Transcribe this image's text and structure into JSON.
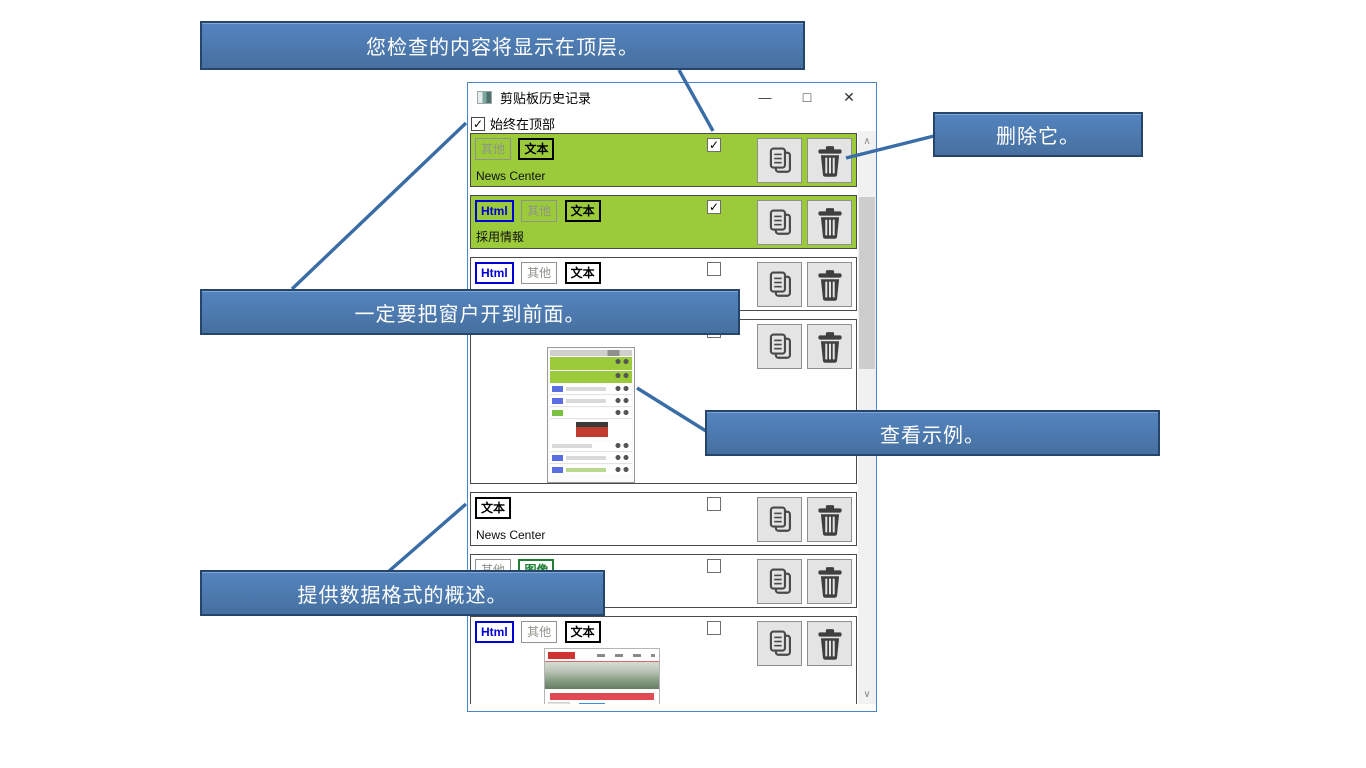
{
  "window": {
    "title": "剪贴板历史记录",
    "controls": {
      "minimize": "—",
      "maximize": "□",
      "close": "✕"
    },
    "always_on_top": {
      "label": "始终在顶部",
      "checked": true
    }
  },
  "format_labels": {
    "html": "Html",
    "other": "其他",
    "text": "文本",
    "image": "图像"
  },
  "items": [
    {
      "formats": [
        "其他",
        "文本"
      ],
      "text": "News Center",
      "checked": true,
      "highlighted": true
    },
    {
      "formats": [
        "Html",
        "其他",
        "文本"
      ],
      "text": "採用情報",
      "checked": true,
      "highlighted": true
    },
    {
      "formats": [
        "Html",
        "其他",
        "文本"
      ],
      "text": "",
      "checked": false,
      "highlighted": false
    },
    {
      "formats": [],
      "text": "",
      "checked": false,
      "highlighted": false,
      "content": "clipboard-app-screenshot-thumbnail"
    },
    {
      "formats": [
        "文本"
      ],
      "text": "News Center",
      "checked": false,
      "highlighted": false
    },
    {
      "formats": [
        "其他",
        "图像"
      ],
      "text": "",
      "checked": false,
      "highlighted": false
    },
    {
      "formats": [
        "Html",
        "其他",
        "文本"
      ],
      "text": "",
      "checked": false,
      "highlighted": false,
      "content": "website-screenshot-thumbnail"
    }
  ],
  "callouts": {
    "top_layer": "您检查的内容将显示在顶层。",
    "delete": "删除它。",
    "bring_front": "一定要把窗户开到前面。",
    "example": "查看示例。",
    "formats_overview": "提供数据格式的概述。"
  },
  "icons": {
    "check": "✓",
    "scroll_up": "∧",
    "scroll_down": "∨"
  },
  "colors": {
    "highlight_green": "#9BCB3B",
    "callout_blue": "#4A7EBB",
    "callout_border": "#26456B",
    "connector_blue": "#3A6CA6",
    "html_tag_blue": "#0000D6",
    "image_tag_green": "#1E7E34",
    "window_border_blue": "#4C86C8"
  }
}
